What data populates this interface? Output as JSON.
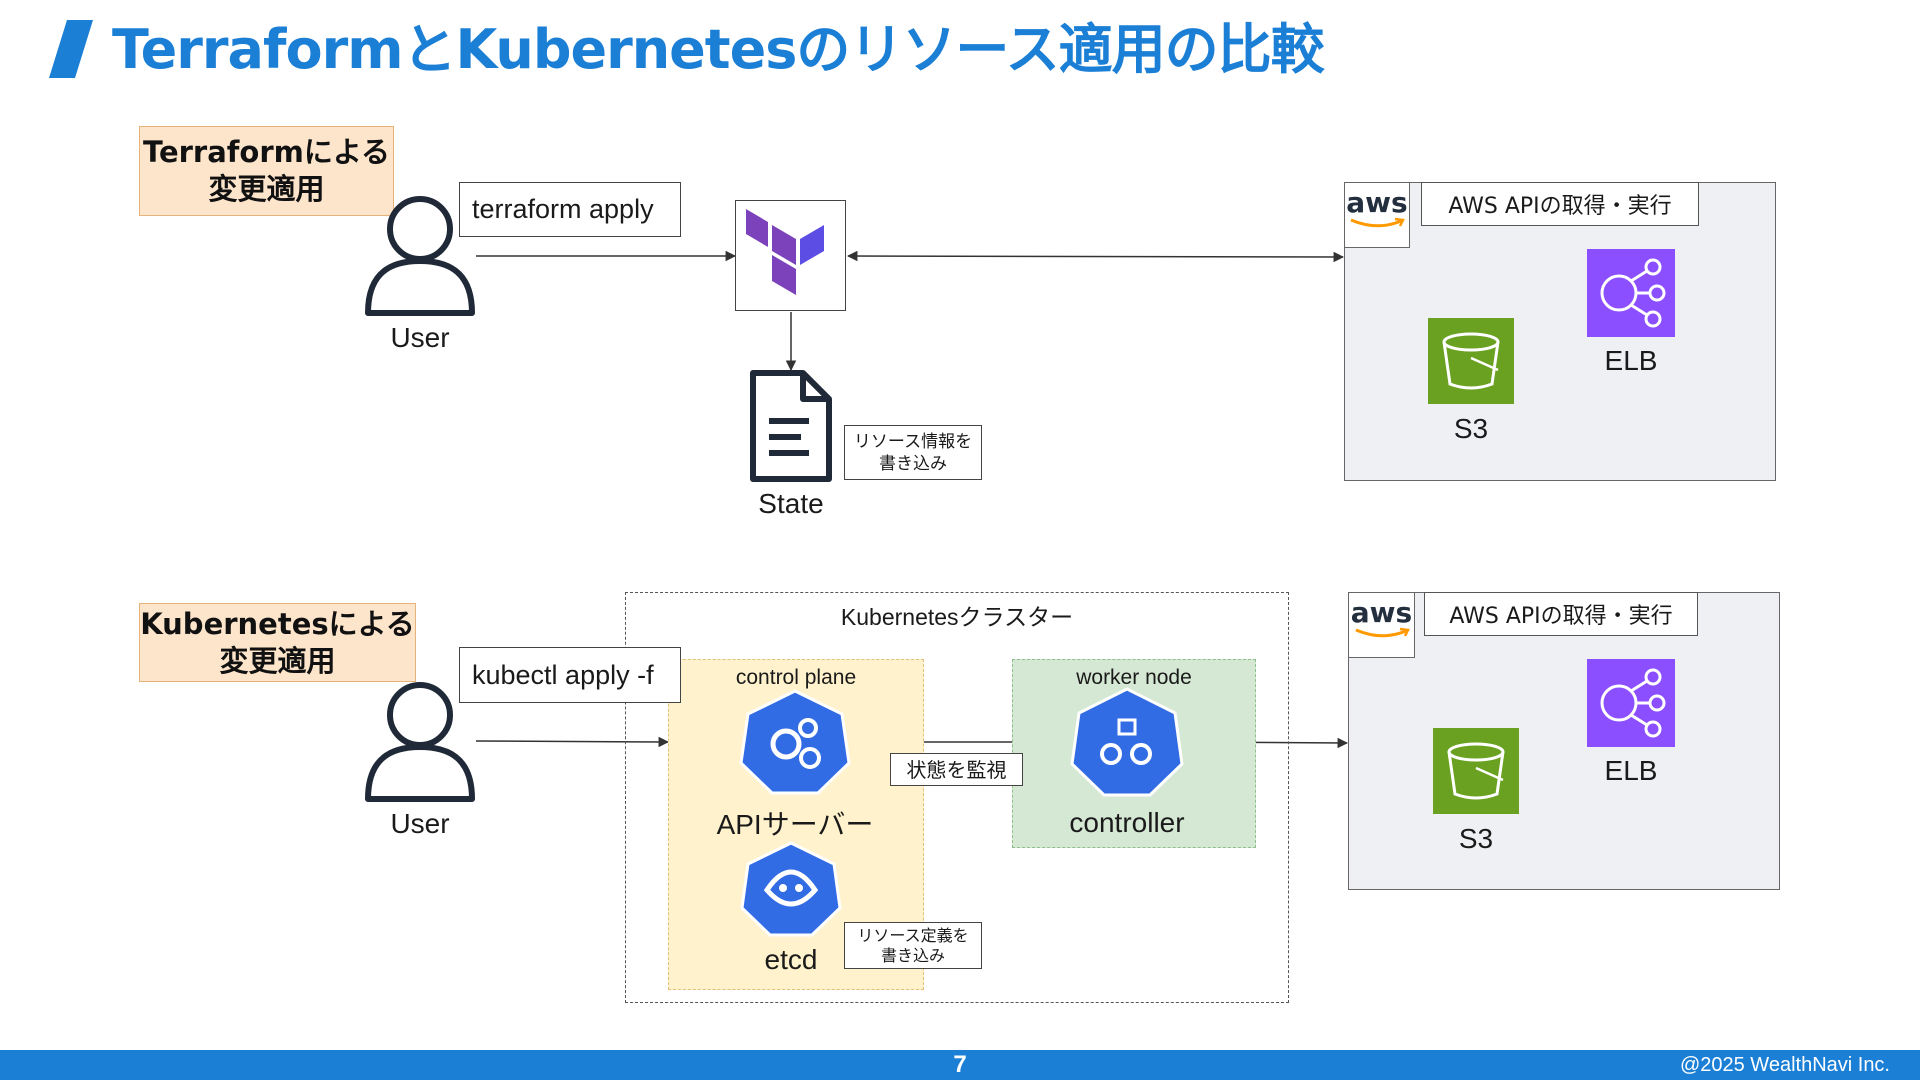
{
  "page": {
    "title": "TerraformとKubernetesのリソース適用の比較",
    "page_number": "7",
    "copyright": "@2025 WealthNavi Inc."
  },
  "terraform": {
    "section_label_line1": "Terraformによる",
    "section_label_line2": "変更適用",
    "command": "terraform apply",
    "user_label": "User",
    "state_label": "State",
    "note_line1": "リソース情報を",
    "note_line2": "書き込み",
    "aws": {
      "logo_text": "aws",
      "header": "AWS APIの取得・実行",
      "s3_label": "S3",
      "elb_label": "ELB"
    }
  },
  "kubernetes": {
    "section_label_line1": "Kubernetesによる",
    "section_label_line2": "変更適用",
    "command": "kubectl apply -f",
    "user_label": "User",
    "cluster_label": "Kubernetesクラスター",
    "control_plane_label": "control plane",
    "worker_node_label": "worker node",
    "api_server_label": "APIサーバー",
    "etcd_label": "etcd",
    "controller_label": "controller",
    "watch_label": "状態を監視",
    "note_line1": "リソース定義を",
    "note_line2": "書き込み",
    "aws": {
      "logo_text": "aws",
      "header": "AWS APIの取得・実行",
      "s3_label": "S3",
      "elb_label": "ELB"
    }
  },
  "colors": {
    "title_blue": "#1b7fd6",
    "terraform_purple": "#7b42bc",
    "k8s_blue": "#326ce5",
    "s3_green": "#6aa121",
    "elb_purple": "#8c4fff",
    "aws_orange": "#ff9900"
  }
}
